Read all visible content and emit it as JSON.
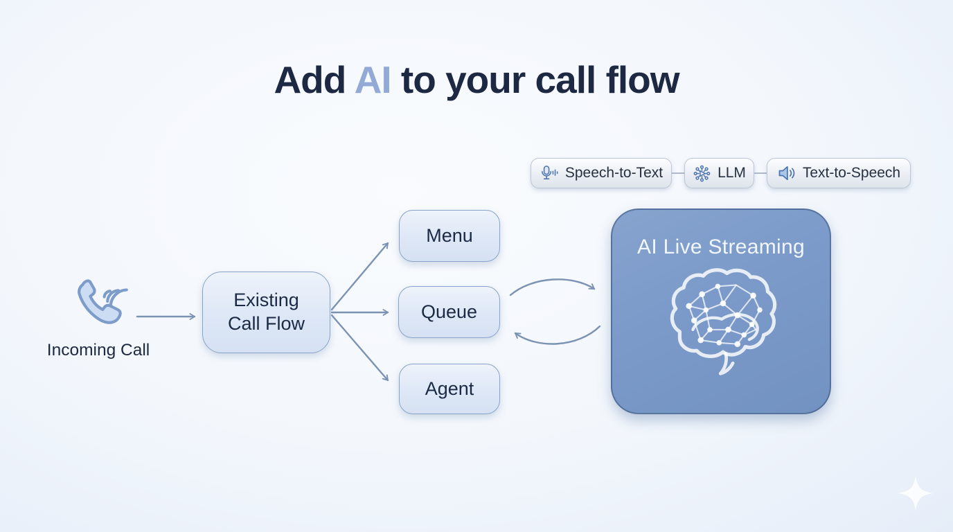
{
  "title": {
    "pre": "Add ",
    "highlight": "AI",
    "post": " to your call flow"
  },
  "pipeline_badges": [
    {
      "label": "Speech-to-Text",
      "icon": "microphone-icon"
    },
    {
      "label": "LLM",
      "icon": "neural-network-icon"
    },
    {
      "label": "Text-to-Speech",
      "icon": "speaker-icon"
    }
  ],
  "incoming_call": {
    "label": "Incoming Call"
  },
  "flow": {
    "existing_line1": "Existing",
    "existing_line2": "Call Flow",
    "branches": [
      "Menu",
      "Queue",
      "Agent"
    ]
  },
  "ai_box": {
    "title": "AI Live Streaming"
  },
  "colors": {
    "title_text": "#1d2942",
    "title_highlight": "#92aad5",
    "box_fill": "#dde7f6",
    "box_border": "#87a3c8",
    "ai_box_fill": "#7b9ac9",
    "arrow": "#7b92b2",
    "badge_icon": "#4d74ad",
    "background_edge": "#d5e3f5"
  }
}
